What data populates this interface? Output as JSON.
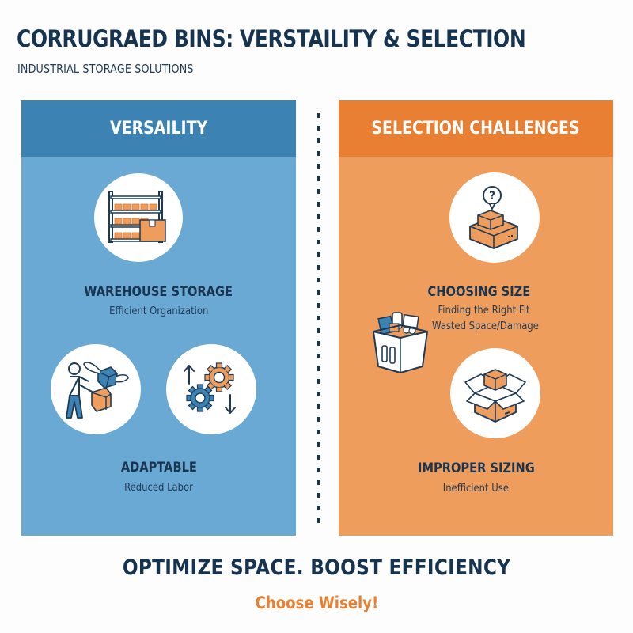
{
  "header": {
    "title": "CORRUGRAED BINS: VERSTAILITY & SELECTION",
    "subtitle": "INDUSTRIAL STORAGE SOLUTIONS"
  },
  "colors": {
    "navy": "#163350",
    "blue_header": "#3c83b4",
    "blue_body": "#69a9d3",
    "orange_header": "#e97f33",
    "orange_body": "#ef9d5c",
    "accent_orange": "#e8802f"
  },
  "left_panel": {
    "heading": "VERSAILITY",
    "items": [
      {
        "icon": "warehouse-shelf-icon",
        "title": "WAREHOUSE STORAGE",
        "subtitle": "Efficient Organization"
      },
      {
        "icon": "person-moving-boxes-icon",
        "title": "",
        "subtitle": ""
      },
      {
        "icon": "gears-arrows-icon",
        "title": "",
        "subtitle": ""
      }
    ],
    "adaptable": {
      "title": "ADAPTABLE",
      "subtitle": "Reduced Labor"
    }
  },
  "right_panel": {
    "heading": "SELECTION CHALLENGES",
    "items": [
      {
        "icon": "box-question-icon",
        "title": "CHOOSING SIZE",
        "subtitle": "Finding the Right Fit",
        "subtitle2": "Wasted Space/Damage"
      },
      {
        "icon": "overflowing-bin-icon"
      },
      {
        "icon": "open-box-icon",
        "title": "IMPROPER SIZING",
        "subtitle": "Inefficient Use"
      }
    ]
  },
  "footer": {
    "main": "OPTIMIZE SPACE. BOOST EFFICIENCY",
    "sub": "Choose Wisely!"
  }
}
